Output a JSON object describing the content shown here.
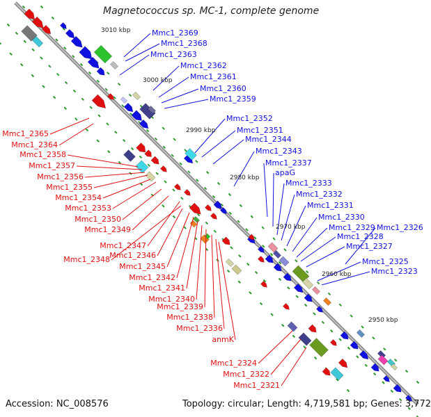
{
  "header": {
    "title": "Magnetococcus sp. MC-1, complete genome"
  },
  "footer": {
    "accession": "Accession: NC_008576",
    "topology": "Topology: circular; Length: 4,719,581 bp; Genes: 3,772"
  },
  "colors": {
    "forward": "#1010e0",
    "reverse": "#e01010",
    "backbone": "#8c8c8c",
    "tick": "#2e9a2e"
  },
  "scale_labels": [
    "3010 kbp",
    "3000 kbp",
    "2990 kbp",
    "2980 kbp",
    "2970 kbp",
    "2960 kbp",
    "2950 kbp"
  ],
  "forward_labels": [
    "Mmc1_2369",
    "Mmc1_2368",
    "Mmc1_2363",
    "Mmc1_2362",
    "Mmc1_2361",
    "Mmc1_2360",
    "Mmc1_2359",
    "Mmc1_2352",
    "Mmc1_2351",
    "Mmc1_2344",
    "Mmc1_2343",
    "Mmc1_2337",
    "apaG",
    "Mmc1_2333",
    "Mmc1_2332",
    "Mmc1_2331",
    "Mmc1_2330",
    "Mmc1_2329",
    "Mmc1_2326",
    "Mmc1_2328",
    "Mmc1_2327",
    "Mmc1_2325",
    "Mmc1_2323"
  ],
  "reverse_labels": [
    "Mmc1_2365",
    "Mmc1_2364",
    "Mmc1_2358",
    "Mmc1_2357",
    "Mmc1_2356",
    "Mmc1_2355",
    "Mmc1_2354",
    "Mmc1_2353",
    "Mmc1_2350",
    "Mmc1_2349",
    "Mmc1_2347",
    "Mmc1_2348",
    "Mmc1_2346",
    "Mmc1_2345",
    "Mmc1_2342",
    "Mmc1_2341",
    "Mmc1_2340",
    "Mmc1_2339",
    "Mmc1_2338",
    "Mmc1_2336",
    "anmK",
    "Mmc1_2324",
    "Mmc1_2322",
    "Mmc1_2321"
  ]
}
